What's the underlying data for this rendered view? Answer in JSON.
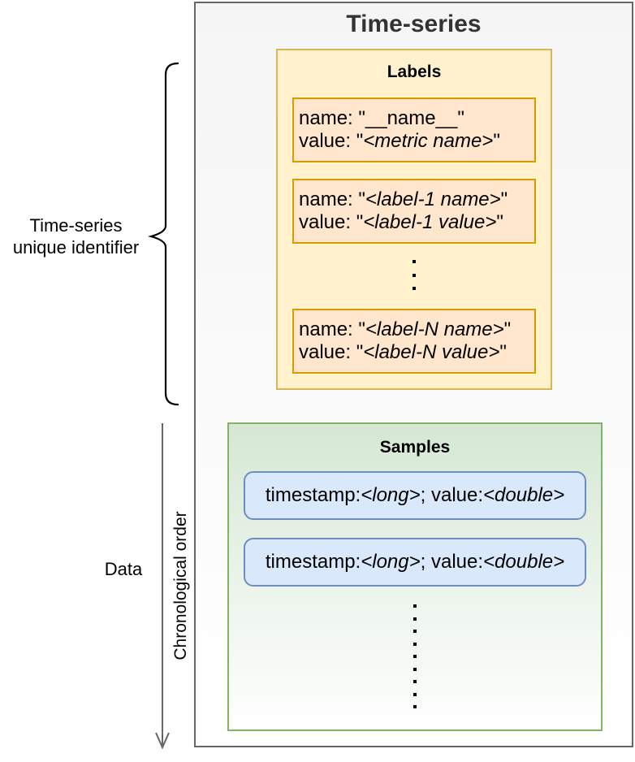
{
  "diagram": {
    "title": "Time-series",
    "labels_section": {
      "title": "Labels",
      "items": [
        {
          "lines": [
            [
              {
                "t": "name: \"__name__\""
              }
            ],
            [
              {
                "t": "value: \""
              },
              {
                "t": "<metric name>",
                "i": true
              },
              {
                "t": "\""
              }
            ]
          ]
        },
        {
          "lines": [
            [
              {
                "t": "name: \""
              },
              {
                "t": "<label-1 name>",
                "i": true
              },
              {
                "t": "\""
              }
            ],
            [
              {
                "t": "value: \""
              },
              {
                "t": "<label-1 value>",
                "i": true
              },
              {
                "t": "\""
              }
            ]
          ]
        },
        {
          "lines": [
            [
              {
                "t": "name: \""
              },
              {
                "t": "<label-N name>",
                "i": true
              },
              {
                "t": "\""
              }
            ],
            [
              {
                "t": "value: \""
              },
              {
                "t": "<label-N value>",
                "i": true
              },
              {
                "t": "\""
              }
            ]
          ]
        }
      ]
    },
    "samples_section": {
      "title": "Samples",
      "rows": [
        [
          {
            "t": "timestamp: "
          },
          {
            "t": "<long>",
            "i": true
          },
          {
            "t": "; value: "
          },
          {
            "t": "<double>",
            "i": true
          }
        ],
        [
          {
            "t": "timestamp: "
          },
          {
            "t": "<long>",
            "i": true
          },
          {
            "t": "; value: "
          },
          {
            "t": "<double>",
            "i": true
          }
        ]
      ]
    },
    "annotations": {
      "identifier_line1": "Time-series",
      "identifier_line2": "unique identifier",
      "data_label": "Data",
      "chronological_label": "Chronological order"
    }
  },
  "colors": {
    "canvas_bg": "#ffffff",
    "outer_border": "#666666",
    "outer_bg_top": "#f5f5f5",
    "outer_bg_bottom": "#ffffff",
    "title_color": "#333333",
    "labels_bg": "#fff2cc",
    "labels_border": "#d6b656",
    "label_item_bg": "#ffe6cc",
    "label_item_border": "#d79b00",
    "samples_bg_top": "#d5e8d4",
    "samples_bg_bottom": "#ffffff",
    "samples_border": "#82b366",
    "sample_row_bg": "#dae8fc",
    "sample_row_border": "#6c8ebf",
    "annotation_color": "#000000",
    "arrow_color": "#666666"
  }
}
